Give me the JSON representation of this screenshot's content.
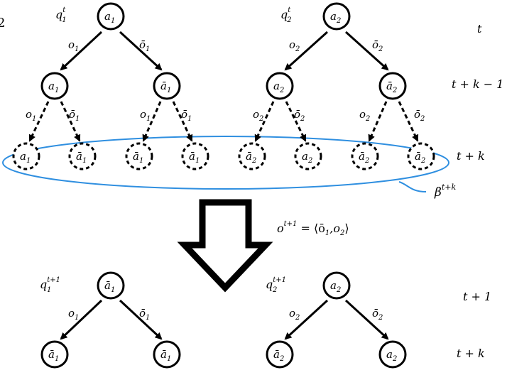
{
  "stray_mark": "2",
  "time_labels": {
    "t": "t",
    "t_k_minus_1": "t + k − 1",
    "t_k": "t + k",
    "t_plus_1": "t + 1",
    "t_k_bottom": "t + k"
  },
  "belief_label": {
    "base": "β",
    "sup": "t+k"
  },
  "observation_label": {
    "lhs": "o",
    "sup": "t+1",
    "rhs": " = ⟨ō",
    "s1": "1",
    "mid": ",o",
    "s2": "2",
    "close": "⟩"
  },
  "policy_labels": {
    "q1t": {
      "base": "q",
      "sub": "1",
      "sup": "t"
    },
    "q2t": {
      "base": "q",
      "sub": "2",
      "sup": "t"
    },
    "q1t1": {
      "base": "q",
      "sub": "1",
      "sup": "t+1"
    },
    "q2t1": {
      "base": "q",
      "sub": "2",
      "sup": "t+1"
    }
  },
  "nodes": {
    "top_root_1": {
      "base": "a",
      "sub": "1"
    },
    "top_root_2": {
      "base": "a",
      "sub": "2"
    },
    "mid_1a": {
      "base": "a",
      "sub": "1"
    },
    "mid_1b": {
      "base": "ā",
      "sub": "1"
    },
    "mid_2a": {
      "base": "a",
      "sub": "2"
    },
    "mid_2b": {
      "base": "ā",
      "sub": "2"
    },
    "leaf_1": {
      "base": "a",
      "sub": "1"
    },
    "leaf_2": {
      "base": "ā",
      "sub": "1"
    },
    "leaf_3": {
      "base": "ā",
      "sub": "1"
    },
    "leaf_4": {
      "base": "ā",
      "sub": "1"
    },
    "leaf_5": {
      "base": "ā",
      "sub": "2"
    },
    "leaf_6": {
      "base": "a",
      "sub": "2"
    },
    "leaf_7": {
      "base": "ā",
      "sub": "2"
    },
    "leaf_8": {
      "base": "ā",
      "sub": "2"
    },
    "bot_root_1": {
      "base": "ā",
      "sub": "1"
    },
    "bot_root_2": {
      "base": "a",
      "sub": "2"
    },
    "bot_leaf_1": {
      "base": "ā",
      "sub": "1"
    },
    "bot_leaf_2": {
      "base": "ā",
      "sub": "1"
    },
    "bot_leaf_3": {
      "base": "ā",
      "sub": "2"
    },
    "bot_leaf_4": {
      "base": "a",
      "sub": "2"
    }
  },
  "edge_labels": {
    "top1_left": {
      "base": "o",
      "sub": "1"
    },
    "top1_right": {
      "base": "ō",
      "sub": "1"
    },
    "top2_left": {
      "base": "o",
      "sub": "2"
    },
    "top2_right": {
      "base": "ō",
      "sub": "2"
    },
    "d1_left": {
      "base": "o",
      "sub": "1"
    },
    "d1_right": {
      "base": "ō",
      "sub": "1"
    },
    "d2_left": {
      "base": "o",
      "sub": "1"
    },
    "d2_right": {
      "base": "ō",
      "sub": "1"
    },
    "d3_left": {
      "base": "o",
      "sub": "2"
    },
    "d3_right": {
      "base": "ō",
      "sub": "2"
    },
    "d4_left": {
      "base": "o",
      "sub": "2"
    },
    "d4_right": {
      "base": "ō",
      "sub": "2"
    },
    "bot1_left": {
      "base": "o",
      "sub": "1"
    },
    "bot1_right": {
      "base": "ō",
      "sub": "1"
    },
    "bot2_left": {
      "base": "o",
      "sub": "2"
    },
    "bot2_right": {
      "base": "ō",
      "sub": "2"
    }
  },
  "colors": {
    "ink": "#000000",
    "belief": "#2f8fe0"
  }
}
